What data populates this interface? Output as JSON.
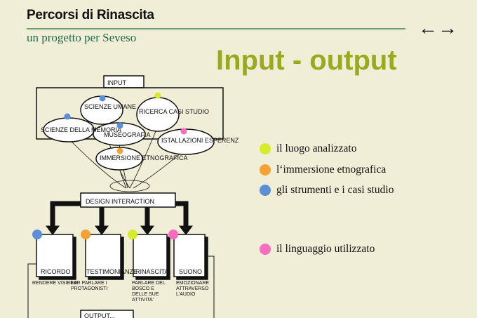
{
  "header": {
    "title": "Percorsi di Rinascita",
    "subtitle": "un progetto per Seveso",
    "nav_arrows": "←→"
  },
  "heading": "Input - output",
  "colors": {
    "green": "#d6ec2a",
    "orange": "#f4a233",
    "blue": "#5b8fd6",
    "pink": "#f66cbf"
  },
  "diagram": {
    "input_label": "INPUT",
    "clouds": [
      "SCIENZE UMANE",
      "RICERCA CASI STUDIO",
      "SCIENZE DELLA MEMORIA",
      "MUSEOGRAFIA",
      "ISTALLAZIONI ESPERENZIALI",
      "IMMERSIONE ETNOGRAFICA"
    ],
    "center": "DESIGN INTERACTION",
    "outputs": [
      {
        "label": "RICORDO",
        "desc": "RENDERE VISIBILE"
      },
      {
        "label": "TESTIMONIANZE",
        "desc": "FAR PARLARE I PROTAGONISTI"
      },
      {
        "label": "RINASCITA",
        "desc": "PARLARE DEL BOSCO E DELLE SUE ATTIVITA'"
      },
      {
        "label": "SUONO",
        "desc": "EMOZIONARE ATTRAVERSO L'AUDIO"
      }
    ],
    "output_label": "OUTPUT..."
  },
  "legend": [
    {
      "label": "il luogo analizzato",
      "color": "#d6ec2a"
    },
    {
      "label": "l‘immersione etnografica",
      "color": "#f4a233"
    },
    {
      "label": "gli strumenti e i casi studio",
      "color": "#5b8fd6"
    },
    {
      "label": "il linguaggio utilizzato",
      "color": "#f66cbf"
    }
  ]
}
